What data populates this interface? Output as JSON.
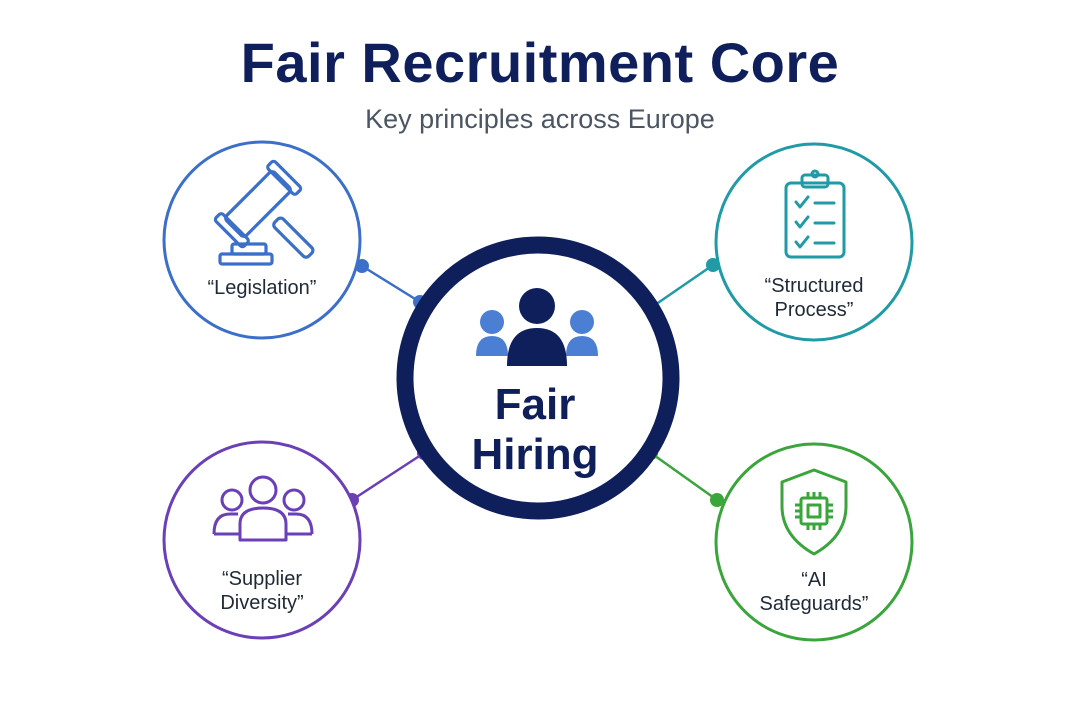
{
  "title": "Fair Recruitment Core",
  "subtitle": "Key principles across Europe",
  "center": {
    "label_line1": "Fair",
    "label_line2": "Hiring",
    "icon": "people-group-icon",
    "color": "#0f1f5c",
    "accent": "#4a7fd4"
  },
  "nodes": [
    {
      "id": "legislation",
      "line1": "“Legislation”",
      "line2": "",
      "icon": "gavel-icon",
      "color": "#3b6fc9"
    },
    {
      "id": "structured-process",
      "line1": "“Structured",
      "line2": "Process”",
      "icon": "checklist-clipboard-icon",
      "color": "#1f9aa6"
    },
    {
      "id": "supplier-diversity",
      "line1": "“Supplier",
      "line2": "Diversity”",
      "icon": "people-group-icon",
      "color": "#6a3fb8"
    },
    {
      "id": "ai-safeguards",
      "line1": "“AI",
      "line2": "Safeguards”",
      "icon": "shield-chip-icon",
      "color": "#3aa53a"
    }
  ]
}
